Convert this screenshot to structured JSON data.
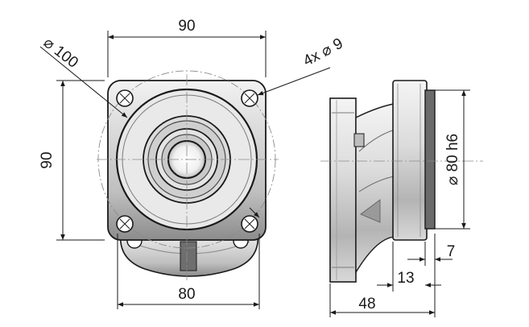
{
  "dimensions": {
    "top_width": "90",
    "big_circle_dia": "⌀ 100",
    "holes": "4x ⌀ 9",
    "left_height": "90",
    "bottom_width": "80",
    "pilot_dia": "⌀ 80 h6",
    "pilot_length": "7",
    "flange_thk": "13",
    "total_length": "48"
  },
  "colors": {
    "line": "#1a1a1a",
    "body_light": "#e4e4e4",
    "body_mid": "#b8b8b8",
    "body_dark": "#4a4a4a"
  }
}
